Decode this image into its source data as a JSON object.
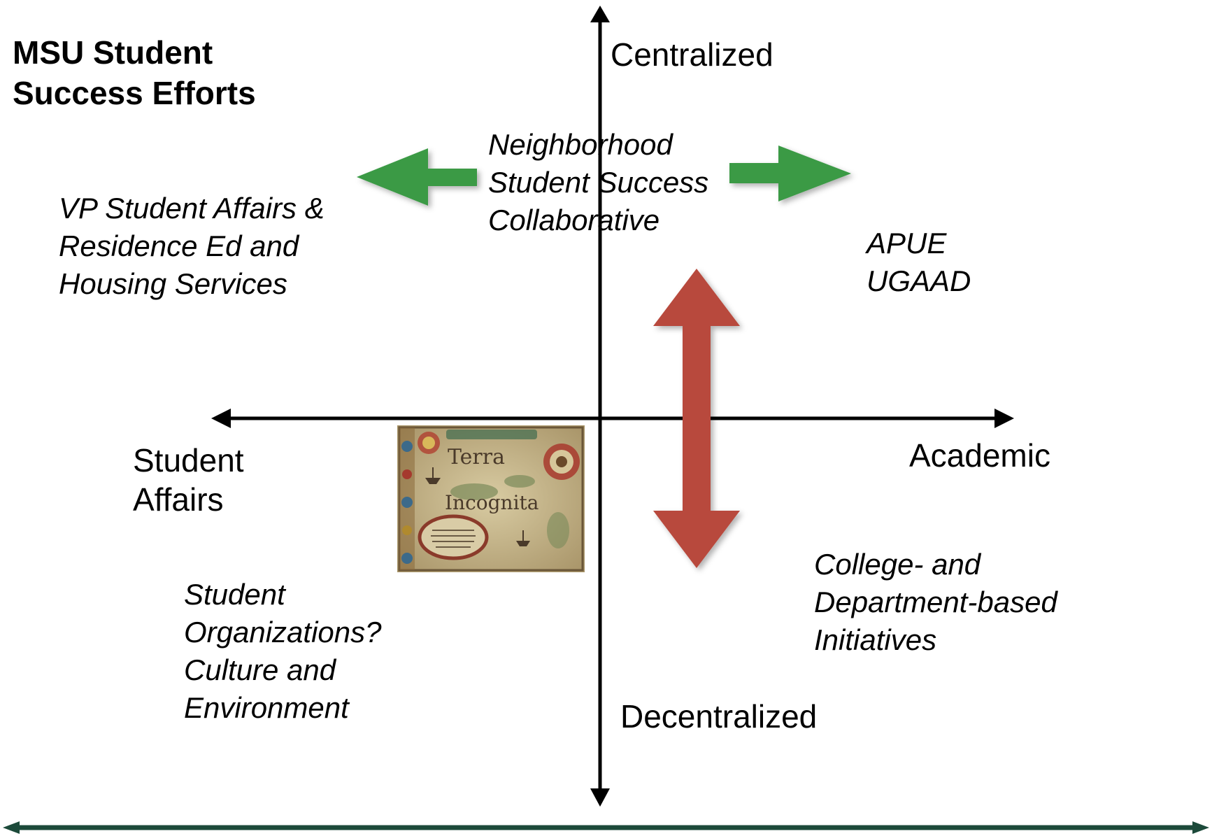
{
  "title": {
    "line1": "MSU Student",
    "line2": "Success Efforts"
  },
  "axes": {
    "top": "Centralized",
    "bottom": "Decentralized",
    "left_line1": "Student",
    "left_line2": "Affairs",
    "right": "Academic"
  },
  "nodes": {
    "collaborative": [
      "Neighborhood",
      "Student Success",
      "Collaborative"
    ],
    "vp_student_affairs": [
      "VP Student Affairs &",
      "Residence Ed and",
      "Housing Services"
    ],
    "apue": [
      "APUE",
      "UGAAD"
    ],
    "student_orgs": [
      "Student",
      "Organizations?",
      "Culture and",
      "Environment"
    ],
    "college_dept": [
      "College- and",
      "Department-based",
      "Initiatives"
    ]
  },
  "map_image": {
    "line1": "Terra",
    "line2": "Incognita"
  },
  "colors": {
    "green_arrow": "#3a9a45",
    "red_arrow": "#b84a3c",
    "bottom_bar": "#1c4a3a",
    "axis": "#000000"
  }
}
